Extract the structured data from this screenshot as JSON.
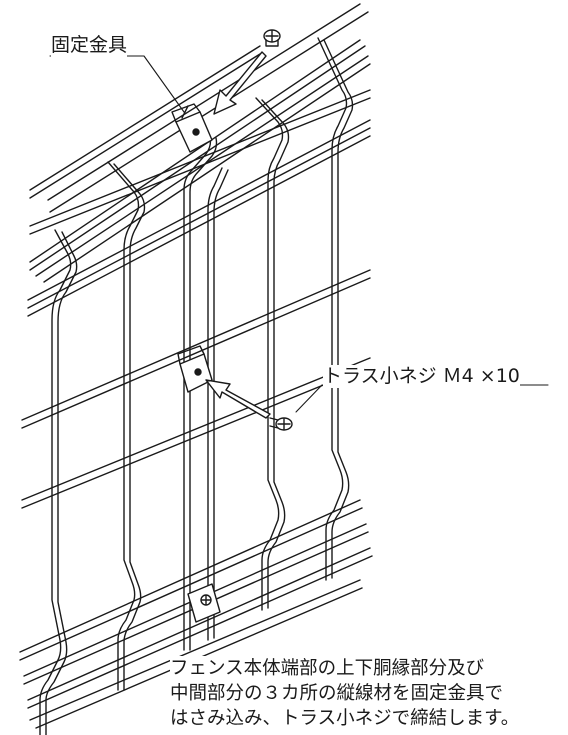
{
  "labels": {
    "bracket": "固定金具",
    "screw": "トラス小ネジ Ｍ4 ×10"
  },
  "note": {
    "line1": "フェンス本体端部の上下胴縁部分及び",
    "line2": "中間部分の３カ所の縦線材を固定金具で",
    "line3": "はさみ込み、トラス小ネジで締結します。"
  },
  "colors": {
    "line": "#1a1a1a",
    "background": "#ffffff"
  }
}
